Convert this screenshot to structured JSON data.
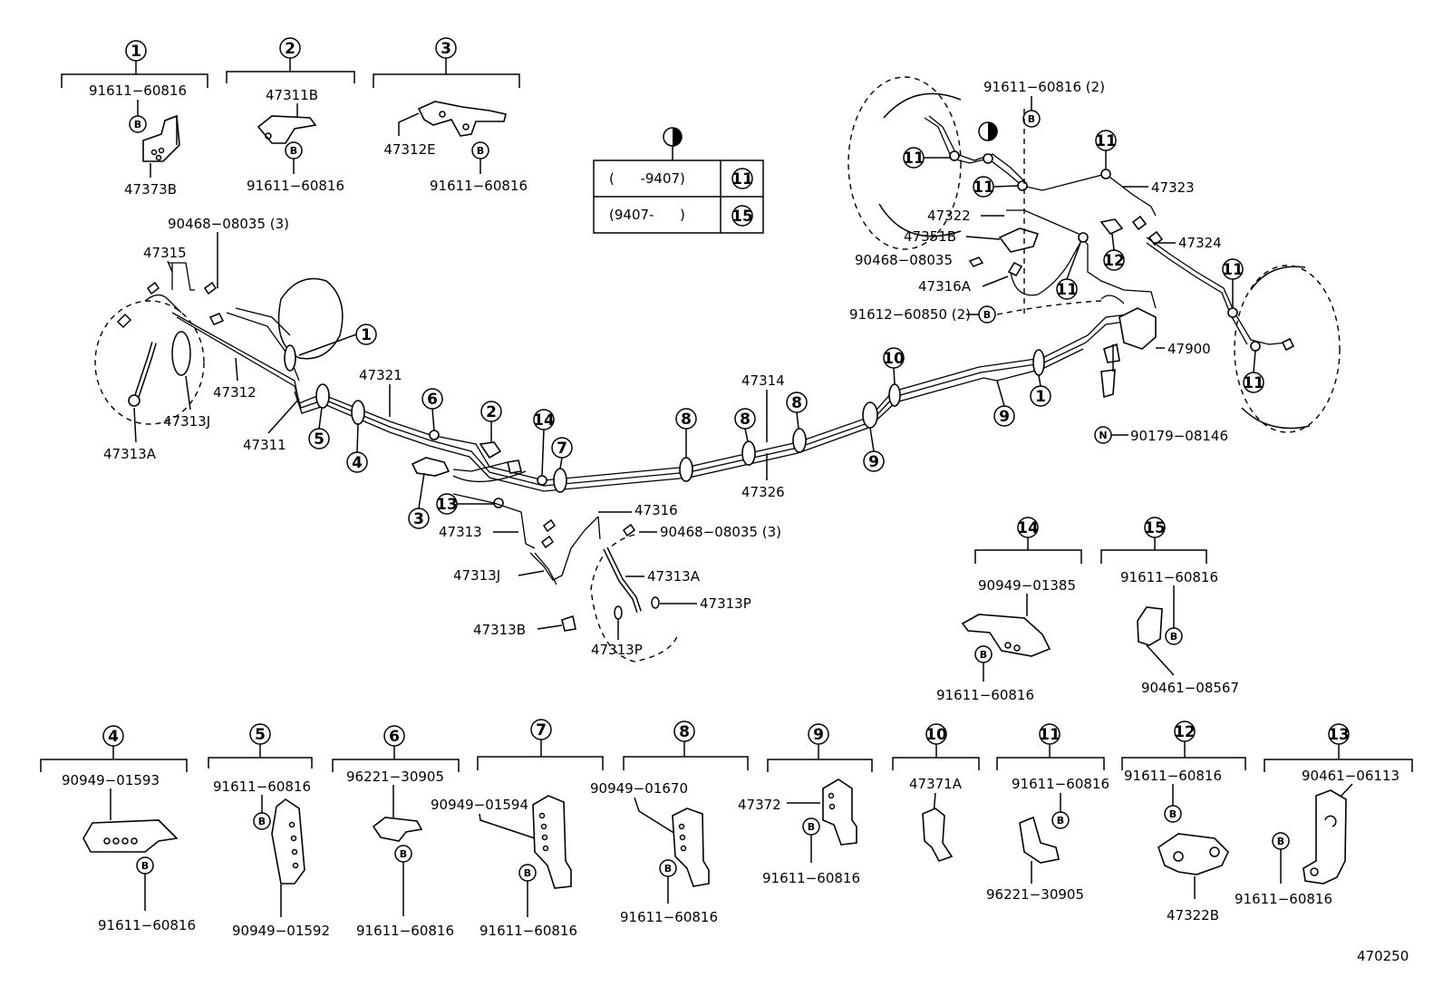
{
  "diagram_id": "470250",
  "table": {
    "header_symbol": "half-moon-circle",
    "rows": [
      {
        "range": "(      -9407)",
        "ref": "11"
      },
      {
        "range": "(9407-      )",
        "ref": "15"
      }
    ]
  },
  "group_labels": {
    "g1": {
      "num": "1",
      "parts": [
        "91611−60816",
        "47373B"
      ],
      "bolt": "B"
    },
    "g2": {
      "num": "2",
      "parts": [
        "47311B",
        "91611−60816"
      ],
      "bolt": "B"
    },
    "g3": {
      "num": "3",
      "parts": [
        "47312E",
        "91611−60816"
      ],
      "bolt": "B"
    },
    "g4": {
      "num": "4",
      "parts": [
        "90949−01593",
        "91611−60816"
      ],
      "bolt": "B"
    },
    "g5": {
      "num": "5",
      "parts": [
        "91611−60816",
        "90949−01592"
      ],
      "bolt": "B"
    },
    "g6": {
      "num": "6",
      "parts": [
        "96221−30905",
        "91611−60816"
      ],
      "bolt": "B"
    },
    "g7": {
      "num": "7",
      "parts": [
        "90949−01594",
        "91611−60816"
      ],
      "bolt": "B"
    },
    "g8": {
      "num": "8",
      "parts": [
        "90949−01670",
        "91611−60816"
      ],
      "bolt": "B"
    },
    "g9": {
      "num": "9",
      "parts": [
        "47372",
        "91611−60816"
      ],
      "bolt": "B"
    },
    "g10": {
      "num": "10",
      "parts": [
        "47371A"
      ]
    },
    "g11": {
      "num": "11",
      "parts": [
        "91611−60816",
        "96221−30905"
      ],
      "bolt": "B"
    },
    "g12": {
      "num": "12",
      "parts": [
        "91611−60816",
        "47322B"
      ],
      "bolt": "B"
    },
    "g13": {
      "num": "13",
      "parts": [
        "90461−06113",
        "91611−60816"
      ],
      "bolt": "B"
    },
    "g14": {
      "num": "14",
      "parts": [
        "90949−01385",
        "91611−60816"
      ],
      "bolt": "B"
    },
    "g15": {
      "num": "15",
      "parts": [
        "91611−60816",
        "90461−08567"
      ],
      "bolt": "B"
    }
  },
  "main_labels": {
    "l_90468_top": "90468−08035 (3)",
    "l_47315": "47315",
    "l_47312": "47312",
    "l_47313J_left": "47313J",
    "l_47313A_left": "47313A",
    "l_47311": "47311",
    "l_47321": "47321",
    "l_47313": "47313",
    "l_47313J_mid": "47313J",
    "l_47316": "47316",
    "l_90468_mid": "90468−08035 (3)",
    "l_47313A_mid": "47313A",
    "l_47313P_right": "47313P",
    "l_47313B": "47313B",
    "l_47313P_bottom": "47313P",
    "l_47314": "47314",
    "l_47326": "47326",
    "l_91611_right": "91611−60816 (2)",
    "l_47323": "47323",
    "l_47322": "47322",
    "l_47351B": "47351B",
    "l_90468_right": "90468−08035",
    "l_47316A": "47316A",
    "l_91612": "91612−60850 (2)",
    "l_47324": "47324",
    "l_47900": "47900",
    "l_90179": "90179−08146",
    "sym_N": "N",
    "sym_B": "B"
  },
  "callouts": [
    "1",
    "2",
    "3",
    "4",
    "5",
    "6",
    "7",
    "8",
    "9",
    "10",
    "11",
    "12",
    "13",
    "14",
    "15"
  ]
}
